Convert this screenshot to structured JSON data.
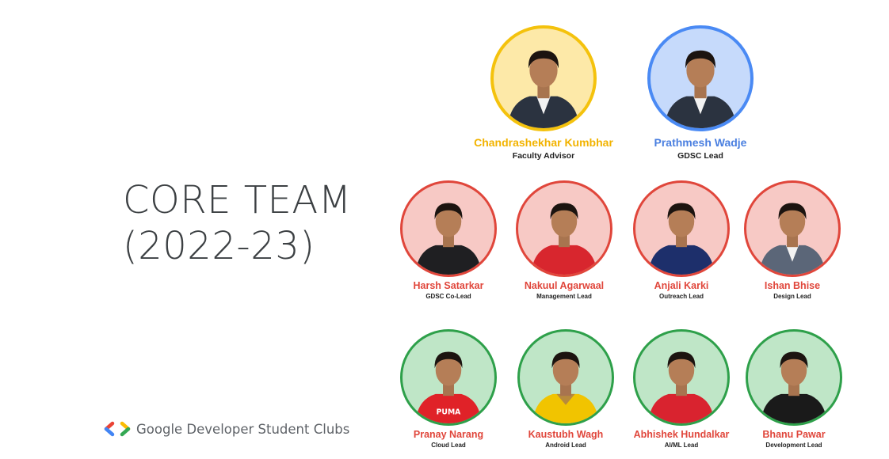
{
  "title": {
    "line1": "CORE TEAM",
    "line2": "(2022-23)"
  },
  "brand": {
    "label": "Google Developer Student Clubs",
    "colors": {
      "blue": "#4285f4",
      "red": "#ea4335",
      "green": "#34a853",
      "yellow": "#fbbc04"
    }
  },
  "colors": {
    "yellow_ring": "#f4c20d",
    "yellow_fill": "#fde9a8",
    "yellow_name": "#f2b300",
    "blue_ring": "#4a8af4",
    "blue_fill": "#c6dafb",
    "blue_name": "#4a7fe0",
    "red_ring": "#e0463b",
    "red_fill": "#f7c9c5",
    "red_name": "#e0463b",
    "green_ring": "#2ea04a",
    "green_fill": "#bfe6c7",
    "green_name": "#e0463b"
  },
  "members": [
    {
      "name": "Chandrashekhar Kumbhar",
      "role": "Faculty Advisor",
      "tier": "yellow",
      "outfit": "suit"
    },
    {
      "name": "Prathmesh Wadje",
      "role": "GDSC Lead",
      "tier": "blue",
      "outfit": "suit"
    },
    {
      "name": "Harsh Satarkar",
      "role": "GDSC Co-Lead",
      "tier": "red",
      "outfit": "black-tee"
    },
    {
      "name": "Nakuul  Agarwaal",
      "role": "Management Lead",
      "tier": "red",
      "outfit": "red-tee"
    },
    {
      "name": "Anjali Karki",
      "role": "Outreach Lead",
      "tier": "red",
      "outfit": "navy-tee"
    },
    {
      "name": "Ishan Bhise",
      "role": "Design Lead",
      "tier": "red",
      "outfit": "suit-grey"
    },
    {
      "name": "Pranay Narang",
      "role": "Cloud Lead",
      "tier": "green",
      "outfit": "puma-tee",
      "shirt_text": "PUMA"
    },
    {
      "name": "Kaustubh Wagh",
      "role": "Android Lead",
      "tier": "green",
      "outfit": "yellow-tee"
    },
    {
      "name": "Abhishek Hundalkar",
      "role": "AI/ML Lead",
      "tier": "green",
      "outfit": "red-polo"
    },
    {
      "name": "Bhanu Pawar",
      "role": "Development Lead",
      "tier": "green",
      "outfit": "black-jacket"
    }
  ]
}
